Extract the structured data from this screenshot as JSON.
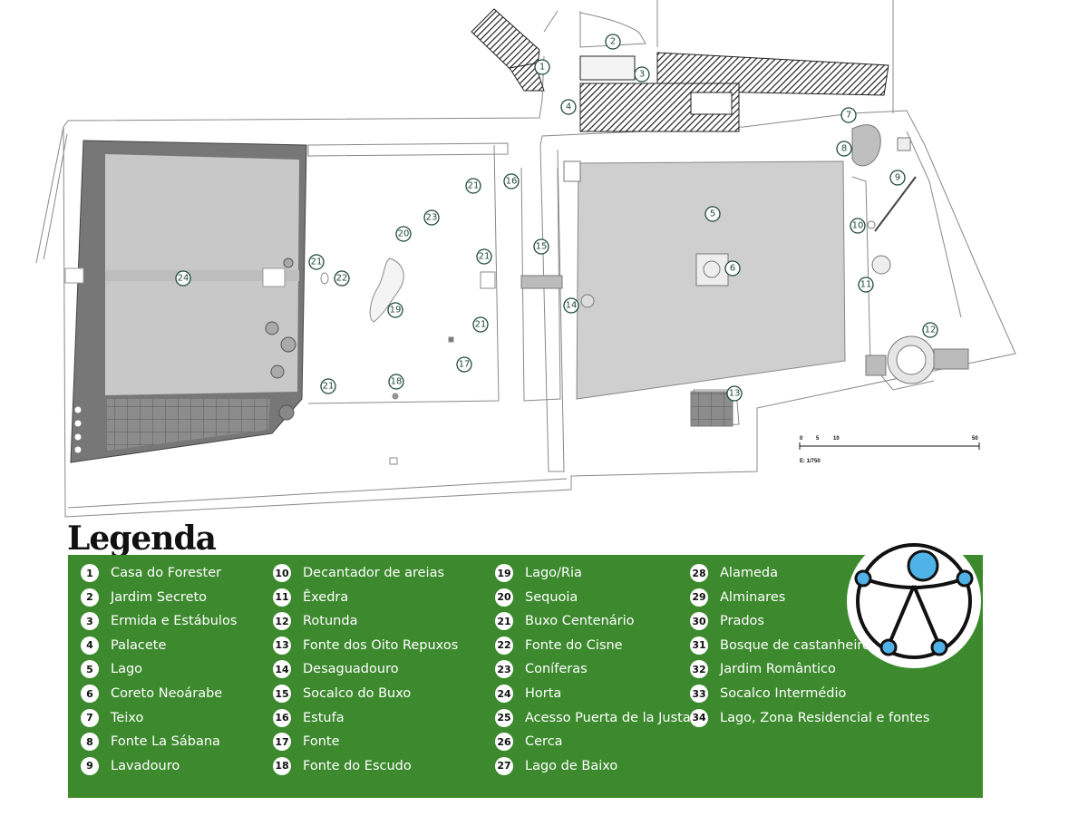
{
  "markers": {
    "m1": "1",
    "m2": "2",
    "m3": "3",
    "m4": "4",
    "m5": "5",
    "m6": "6",
    "m7": "7",
    "m8": "8",
    "m9": "9",
    "m10": "10",
    "m11": "11",
    "m12": "12",
    "m13": "13",
    "m14": "14",
    "m15": "15",
    "m16": "16",
    "m17": "17",
    "m18": "18",
    "m19": "19",
    "m20": "20",
    "m21": "21",
    "m22": "22",
    "m23": "23",
    "m24": "24"
  },
  "scale": {
    "t0": "0",
    "t5": "5",
    "t10": "10",
    "t50": "50",
    "ratio": "E: 1/750"
  },
  "legend": {
    "title": "Legenda",
    "items": [
      {
        "num": "1",
        "label": "Casa do Forester"
      },
      {
        "num": "2",
        "label": "Jardim Secreto"
      },
      {
        "num": "3",
        "label": "Ermida e Estábulos"
      },
      {
        "num": "4",
        "label": "Palacete"
      },
      {
        "num": "5",
        "label": "Lago"
      },
      {
        "num": "6",
        "label": "Coreto Neoárabe"
      },
      {
        "num": "7",
        "label": "Teixo"
      },
      {
        "num": "8",
        "label": "Fonte La Sábana"
      },
      {
        "num": "9",
        "label": "Lavadouro"
      },
      {
        "num": "10",
        "label": "Decantador de areias"
      },
      {
        "num": "11",
        "label": "Êxedra"
      },
      {
        "num": "12",
        "label": "Rotunda"
      },
      {
        "num": "13",
        "label": "Fonte dos Oito Repuxos"
      },
      {
        "num": "14",
        "label": "Desaguadouro"
      },
      {
        "num": "15",
        "label": "Socalco do Buxo"
      },
      {
        "num": "16",
        "label": "Estufa"
      },
      {
        "num": "17",
        "label": "Fonte"
      },
      {
        "num": "18",
        "label": "Fonte do Escudo"
      },
      {
        "num": "19",
        "label": "Lago/Ria"
      },
      {
        "num": "20",
        "label": "Sequoia"
      },
      {
        "num": "21",
        "label": "Buxo Centenário"
      },
      {
        "num": "22",
        "label": "Fonte do Cisne"
      },
      {
        "num": "23",
        "label": "Coníferas"
      },
      {
        "num": "24",
        "label": "Horta"
      },
      {
        "num": "25",
        "label": "Acesso Puerta de la Justa"
      },
      {
        "num": "26",
        "label": "Cerca"
      },
      {
        "num": "27",
        "label": "Lago de Baixo"
      },
      {
        "num": "28",
        "label": "Alameda"
      },
      {
        "num": "29",
        "label": "Alminares"
      },
      {
        "num": "30",
        "label": "Prados"
      },
      {
        "num": "31",
        "label": "Bosque de castanheiros"
      },
      {
        "num": "32",
        "label": "Jardim Romântico"
      },
      {
        "num": "33",
        "label": "Socalco Intermédio"
      },
      {
        "num": "34",
        "label": "Lago, Zona Residencial e fontes"
      }
    ]
  },
  "colors": {
    "legend_bg": "#3d8a2e",
    "marker_stroke": "#1f4a3a",
    "logo_blue": "#4fb3e8",
    "lawn_gray": "#c8c8c8"
  },
  "icons": {
    "logo": "accessibility-icon"
  }
}
